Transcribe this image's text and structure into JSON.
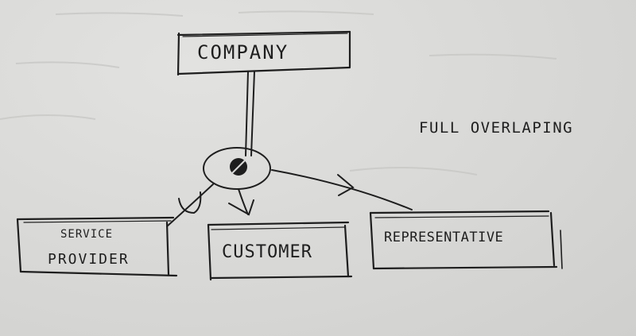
{
  "diagram": {
    "nodes": [
      {
        "id": "company",
        "label": "COMPANY"
      },
      {
        "id": "service-provider",
        "label_line1": "SERVICE",
        "label_line2": "PROVIDER"
      },
      {
        "id": "customer",
        "label": "CUSTOMER"
      },
      {
        "id": "representative",
        "label": "REPRESENTATIVE"
      }
    ],
    "junction": {
      "symbol": "ø"
    },
    "annotation": "FULL OVERLAPING",
    "edges": [
      {
        "from": "company",
        "to": "junction",
        "style": "double"
      },
      {
        "from": "junction",
        "to": "service-provider",
        "style": "single"
      },
      {
        "from": "junction",
        "to": "customer",
        "style": "single"
      },
      {
        "from": "junction",
        "to": "representative",
        "style": "single"
      }
    ],
    "colors": {
      "ink": "#1e1e1e",
      "paper": "#d9d9d7"
    }
  }
}
